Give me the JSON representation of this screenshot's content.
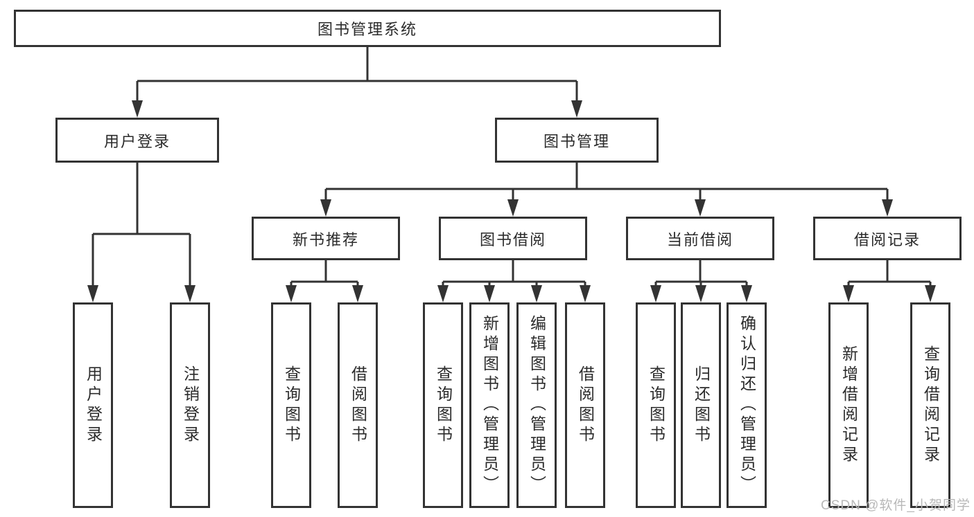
{
  "tree": {
    "root": {
      "label": "图书管理系统"
    },
    "branches": [
      {
        "label": "用户登录",
        "children": [
          "用户登录",
          "注销登录"
        ]
      },
      {
        "label": "图书管理",
        "groups": [
          {
            "label": "新书推荐",
            "children": [
              "查询图书",
              "借阅图书"
            ]
          },
          {
            "label": "图书借阅",
            "children": [
              "查询图书",
              "新增图书（管理员）",
              "编辑图书（管理员）",
              "借阅图书"
            ]
          },
          {
            "label": "当前借阅",
            "children": [
              "查询图书",
              "归还图书",
              "确认归还（管理员）"
            ]
          },
          {
            "label": "借阅记录",
            "children": [
              "新增借阅记录",
              "查询借阅记录"
            ]
          }
        ]
      }
    ]
  },
  "watermark": "CSDN @软件_小贺同学",
  "colors": {
    "line": "#333333",
    "text": "#2b2b2b",
    "watermark": "#b8b8b8",
    "background": "#ffffff"
  }
}
